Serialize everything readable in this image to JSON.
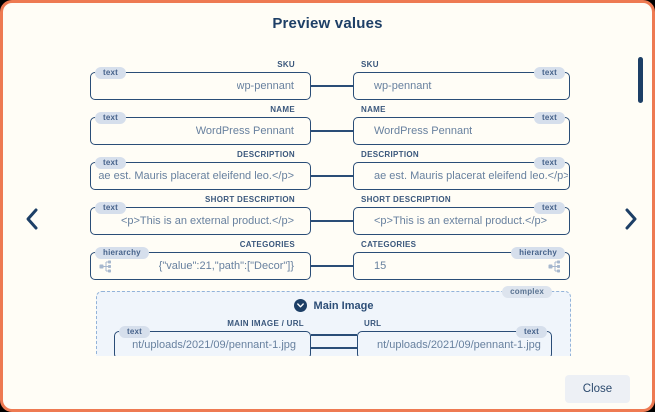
{
  "modal": {
    "title": "Preview values",
    "close_label": "Close",
    "accent_border_color": "#ee7a52",
    "navy_color": "#1d3f66",
    "badge_bg_color": "#d6dfec"
  },
  "rows": [
    {
      "label": "SKU",
      "badge": "text",
      "left_value": "wp-pennant",
      "right_value": "wp-pennant"
    },
    {
      "label": "NAME",
      "badge": "text",
      "left_value": "WordPress Pennant",
      "right_value": "WordPress Pennant"
    },
    {
      "label": "DESCRIPTION",
      "badge": "text",
      "left_value": "ae est. Mauris placerat eleifend leo.</p>",
      "right_value": "ae est. Mauris placerat eleifend leo.</p>"
    },
    {
      "label": "SHORT DESCRIPTION",
      "badge": "text",
      "left_value": "<p>This is an external product.</p>",
      "right_value": "<p>This is an external product.</p>"
    },
    {
      "label": "CATEGORIES",
      "badge": "hierarchy",
      "left_value": "{\"value\":21,\"path\":[\"Decor\"]}",
      "right_value": "15"
    }
  ],
  "complex_section": {
    "badge": "complex",
    "group_title": "Main Image",
    "collapse_icon": "chevron-down-icon",
    "row": {
      "left_label": "MAIN IMAGE / URL",
      "right_label": "URL",
      "badge": "text",
      "left_value": "nt/uploads/2021/09/pennant-1.jpg",
      "right_value": "nt/uploads/2021/09/pennant-1.jpg"
    }
  },
  "nav": {
    "prev_icon": "chevron-left-icon",
    "next_icon": "chevron-right-icon"
  }
}
